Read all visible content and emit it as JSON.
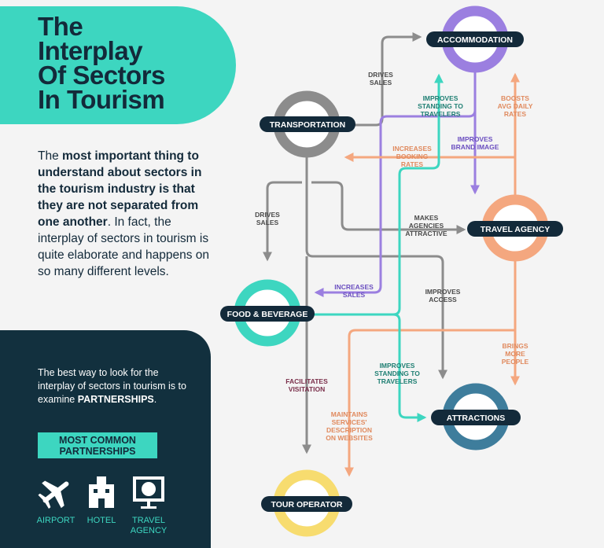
{
  "title": [
    "The",
    "Interplay",
    "Of Sectors",
    "In Tourism"
  ],
  "intro": {
    "lead": "The ",
    "bold": "most important thing to understand about sectors in the tourism industry is that they are not separated from one another",
    "rest": ". In fact, the interplay of sectors in tourism is quite elaborate and happens on so many different levels."
  },
  "panel": {
    "text": "The best way to look for the interplay of sectors in tourism is to examine ",
    "bold": "PARTNERSHIPS",
    "end": ".",
    "pill": [
      "MOST COMMON",
      "PARTNERSHIPS"
    ],
    "partners": [
      {
        "label": [
          "AIRPORT"
        ],
        "icon": "airplane-icon"
      },
      {
        "label": [
          "HOTEL"
        ],
        "icon": "hotel-icon"
      },
      {
        "label": [
          "TRAVEL",
          "AGENCY"
        ],
        "icon": "travel-agency-icon"
      }
    ]
  },
  "colors": {
    "transportation": "#8c8c8c",
    "accommodation": "#9b7fe0",
    "travel_agency": "#f4a77f",
    "food_beverage": "#3dd6c0",
    "attractions": "#3e7d9c",
    "tour_operator": "#f7dc6f",
    "navy": "#132a3a"
  },
  "stations": {
    "accommodation": "ACCOMMODATION",
    "transportation": "TRANSPORTATION",
    "travel_agency": "TRAVEL AGENCY",
    "food_beverage": "FOOD & BEVERAGE",
    "attractions": "ATTRACTIONS",
    "tour_operator": "TOUR OPERATOR"
  },
  "relations": {
    "drives_sales_top": [
      "DRIVES",
      "SALES"
    ],
    "drives_sales_left": [
      "DRIVES",
      "SALES"
    ],
    "improves_standing_top": [
      "IMPROVES",
      "STANDING TO",
      "TRAVELERS"
    ],
    "improves_brand": [
      "IMPROVES",
      "BRAND IMAGE"
    ],
    "boosts_adr": [
      "BOOSTS",
      "AVG DAILY",
      "RATES"
    ],
    "increases_booking": [
      "INCREASES",
      "BOOKING",
      "RATES"
    ],
    "makes_agencies": [
      "MAKES",
      "AGENCIES",
      "ATTRACTIVE"
    ],
    "increases_sales": [
      "INCREASES",
      "SALES"
    ],
    "improves_access": [
      "IMPROVES",
      "ACCESS"
    ],
    "brings_people": [
      "BRINGS",
      "MORE",
      "PEOPLE"
    ],
    "improves_standing_bottom": [
      "IMPROVES",
      "STANDING TO",
      "TRAVELERS"
    ],
    "facilitates": [
      "FACILITATES",
      "VISITATION"
    ],
    "maintains": [
      "MAINTAINS",
      "SERVICES'",
      "DESCRIPTION",
      "ON WEBSITES"
    ]
  }
}
